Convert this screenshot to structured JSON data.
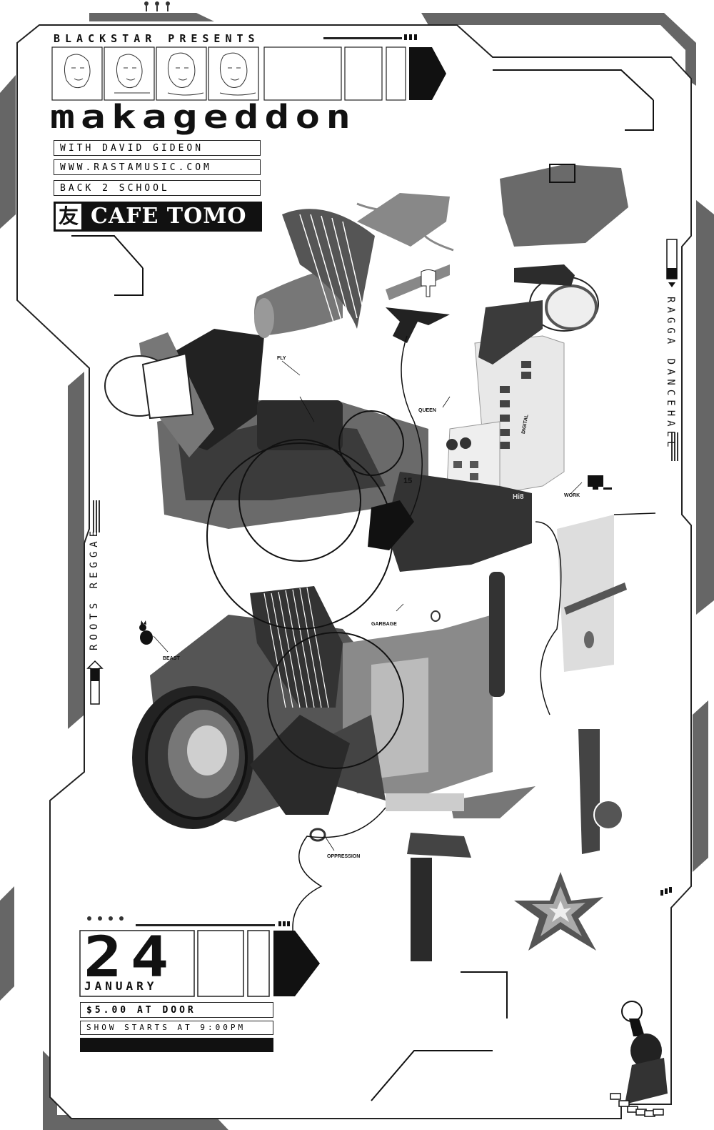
{
  "poster": {
    "presenter": "BLACKSTAR PRESENTS",
    "title": "makageddon",
    "lines": [
      "WITH DAVID GIDEON",
      "WWW.RASTAMUSIC.COM",
      "BACK 2 SCHOOL"
    ],
    "venue": {
      "logo_char": "友",
      "name": "CAFE TOMO"
    },
    "right_vertical": "RAGGA DANCEHALL",
    "left_vertical": "ROOTS REGGAE",
    "date": {
      "day": "24",
      "month": "JANUARY"
    },
    "price": "$5.00 AT DOOR",
    "show_time": "SHOW STARTS AT 9:00PM"
  },
  "annotations": {
    "fly": "FLY",
    "queen": "QUEEN",
    "work": "WORK",
    "garbage": "GARBAGE",
    "beast": "BEAST",
    "oppression": "OPPRESSION",
    "dial_number": "15",
    "digital": "DIGITAL",
    "hi8": "Hi8"
  },
  "colors": {
    "ink": "#111111",
    "mid": "#555555",
    "light": "#9a9a9a",
    "frame": "#6b6b6b"
  }
}
